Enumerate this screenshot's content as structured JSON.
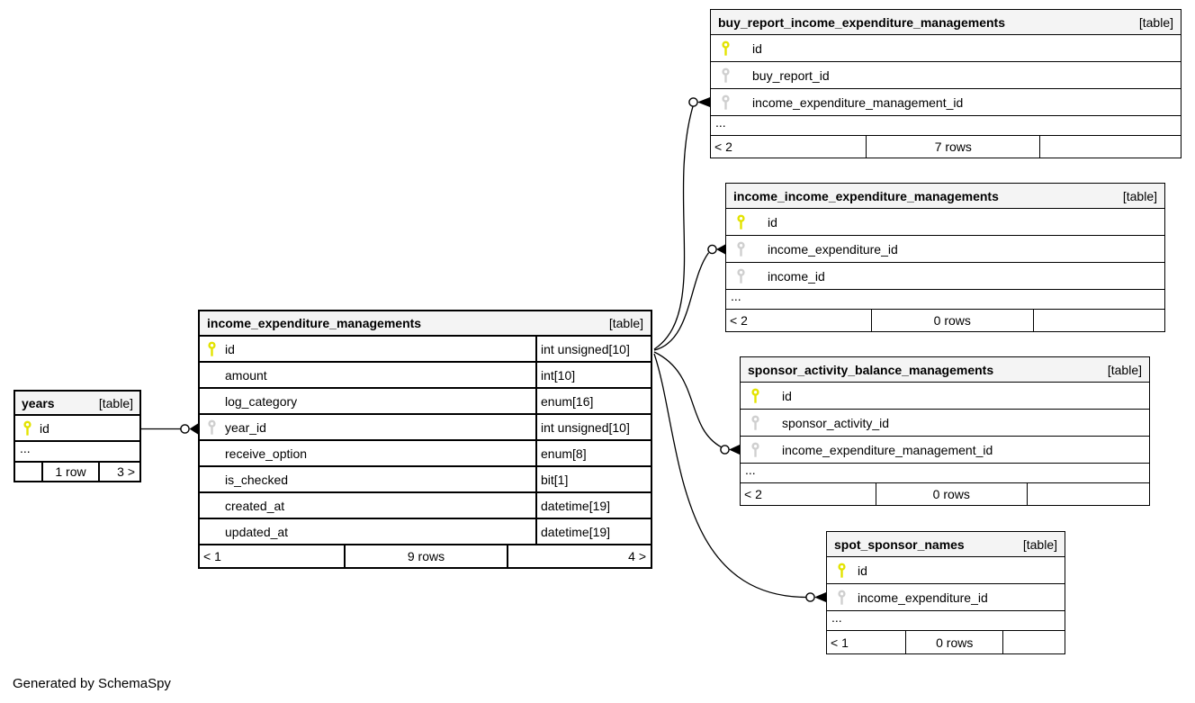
{
  "generated_by": "Generated by SchemaSpy",
  "colors": {
    "primary_key": "#e3e300",
    "foreign_key": "#cfcfcf",
    "header_bg": "#f4f4f4",
    "border": "#000000"
  },
  "tables": {
    "buy": {
      "name": "buy_report_income_expenditure_managements",
      "tag": "[table]",
      "columns": [
        {
          "name": "id",
          "key": "pk"
        },
        {
          "name": "buy_report_id",
          "key": "fk"
        },
        {
          "name": "income_expenditure_management_id",
          "key": "fk"
        }
      ],
      "ellipsis": "...",
      "footer": {
        "left": "< 2",
        "center": "7 rows",
        "right": ""
      }
    },
    "inc": {
      "name": "income_income_expenditure_managements",
      "tag": "[table]",
      "columns": [
        {
          "name": "id",
          "key": "pk"
        },
        {
          "name": "income_expenditure_id",
          "key": "fk"
        },
        {
          "name": "income_id",
          "key": "fk"
        }
      ],
      "ellipsis": "...",
      "footer": {
        "left": "< 2",
        "center": "0 rows",
        "right": ""
      }
    },
    "spa": {
      "name": "sponsor_activity_balance_managements",
      "tag": "[table]",
      "columns": [
        {
          "name": "id",
          "key": "pk"
        },
        {
          "name": "sponsor_activity_id",
          "key": "fk"
        },
        {
          "name": "income_expenditure_management_id",
          "key": "fk"
        }
      ],
      "ellipsis": "...",
      "footer": {
        "left": "< 2",
        "center": "0 rows",
        "right": ""
      }
    },
    "spot": {
      "name": "spot_sponsor_names",
      "tag": "[table]",
      "columns": [
        {
          "name": "id",
          "key": "pk"
        },
        {
          "name": "income_expenditure_id",
          "key": "fk"
        }
      ],
      "ellipsis": "...",
      "footer": {
        "left": "< 1",
        "center": "0 rows",
        "right": ""
      }
    },
    "main": {
      "name": "income_expenditure_managements",
      "tag": "[table]",
      "columns": [
        {
          "name": "id",
          "key": "pk",
          "type": "int unsigned[10]"
        },
        {
          "name": "amount",
          "key": "none",
          "type": "int[10]"
        },
        {
          "name": "log_category",
          "key": "none",
          "type": "enum[16]"
        },
        {
          "name": "year_id",
          "key": "fk",
          "type": "int unsigned[10]"
        },
        {
          "name": "receive_option",
          "key": "none",
          "type": "enum[8]"
        },
        {
          "name": "is_checked",
          "key": "none",
          "type": "bit[1]"
        },
        {
          "name": "created_at",
          "key": "none",
          "type": "datetime[19]"
        },
        {
          "name": "updated_at",
          "key": "none",
          "type": "datetime[19]"
        }
      ],
      "footer": {
        "left": "< 1",
        "center": "9 rows",
        "right": "4 >"
      }
    },
    "years": {
      "name": "years",
      "tag": "[table]",
      "columns": [
        {
          "name": "id",
          "key": "pk"
        }
      ],
      "ellipsis": "...",
      "footer": {
        "left": "",
        "center": "1 row",
        "right": "3 >"
      }
    }
  },
  "relationships": [
    {
      "from": "years.id",
      "to": "income_expenditure_managements.year_id"
    },
    {
      "from": "income_expenditure_managements.id",
      "to": "buy_report_income_expenditure_managements.income_expenditure_management_id"
    },
    {
      "from": "income_expenditure_managements.id",
      "to": "income_income_expenditure_managements.income_expenditure_id"
    },
    {
      "from": "income_expenditure_managements.id",
      "to": "sponsor_activity_balance_managements.income_expenditure_management_id"
    },
    {
      "from": "income_expenditure_managements.id",
      "to": "spot_sponsor_names.income_expenditure_id"
    }
  ]
}
